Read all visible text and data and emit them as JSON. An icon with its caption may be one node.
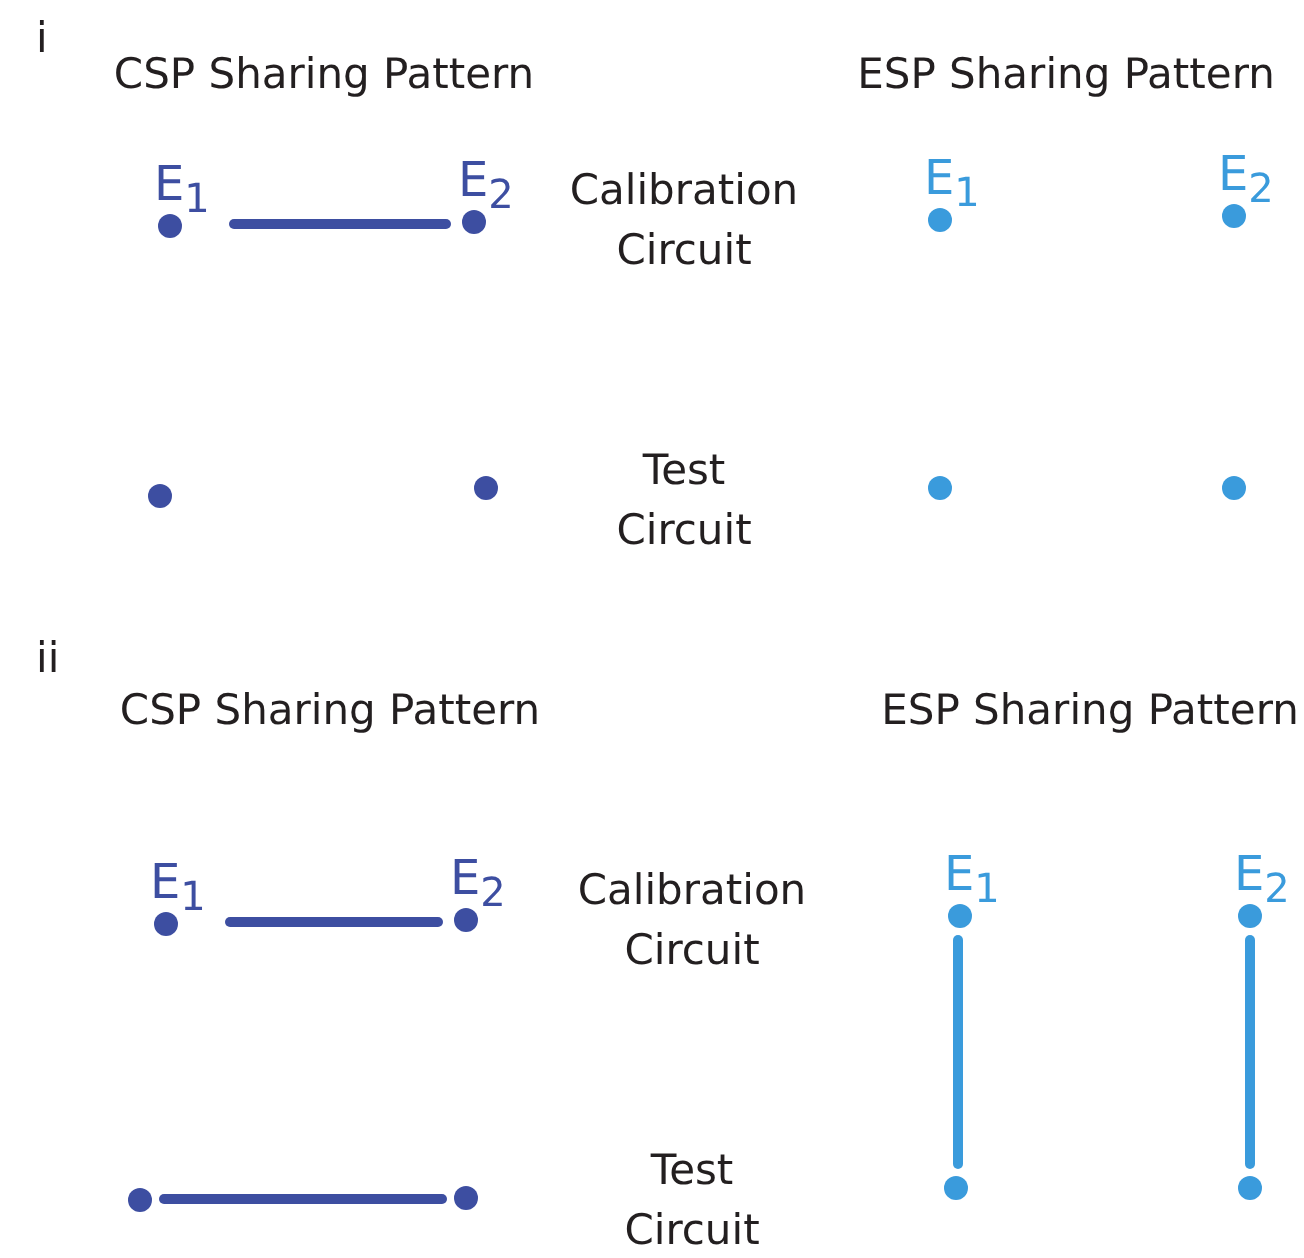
{
  "diagram": {
    "nodes": [
      {
        "text": [
          "E$_{1}$"
        ]
      },
      {
        "text": [
          "E$_{2}$"
        ]
      },
      {
        "text": [],
        "shape": "circle"
      },
      {
        "text": [],
        "shape": "circle"
      },
      {
        "text": [
          "E$_{1}$"
        ]
      },
      {
        "text": [
          "E$_{2}$"
        ]
      },
      {
        "text": [],
        "shape": "circle"
      },
      {
        "text": [],
        "shape": "circle"
      },
      {
        "text": [
          "E$_{1}$"
        ]
      },
      {
        "text": [
          "E$_{2}$"
        ]
      },
      {
        "text": [],
        "shape": "circle"
      },
      {
        "text": [],
        "shape": "circle"
      },
      {
        "text": [
          "E$_{1}$"
        ]
      },
      {
        "text": [
          "E$_{2}$"
        ]
      },
      {
        "text": [],
        "shape": "circle"
      },
      {
        "text": [],
        "shape": "circle"
      }
    ],
    "edges": [
      {
        "from": 0,
        "to": 1,
        "arrow": "none",
        "color": "#3d4ea1"
      },
      {
        "from": 8,
        "to": 9,
        "arrow": "none",
        "color": "#3d4ea1"
      },
      {
        "from": 10,
        "to": 11,
        "arrow": "none",
        "color": "#3d4ea1"
      },
      {
        "from": 12,
        "to": 14,
        "arrow": "none",
        "color": "#3a9bdc"
      },
      {
        "from": 13,
        "to": 15,
        "arrow": "none",
        "color": "#3a9bdc"
      }
    ],
    "labels": [
      "i",
      "CSP Sharing Pattern",
      "ESP Sharing Pattern",
      "Calibration Circuit",
      "Test Circuit",
      "ii",
      "CSP Sharing Pattern",
      "ESP Sharing Pattern",
      "Calibration Circuit",
      "Test Circuit"
    ]
  }
}
